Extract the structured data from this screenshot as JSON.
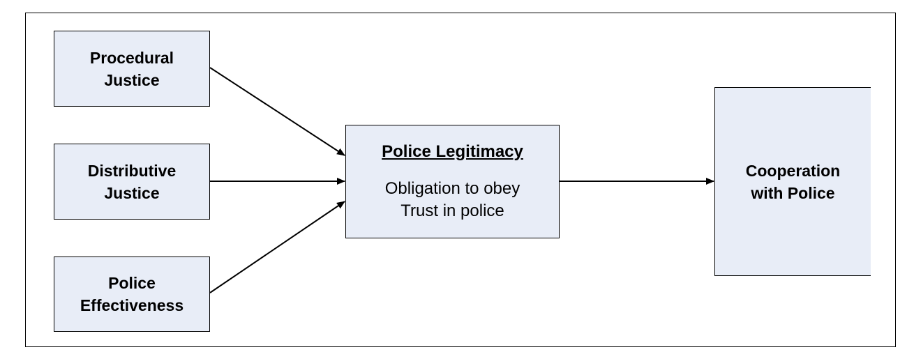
{
  "diagram": {
    "colors": {
      "box_fill": "#e8edf7",
      "line": "#000000",
      "text": "#000000"
    },
    "nodes": {
      "procedural_justice": {
        "label": "Procedural\nJustice"
      },
      "distributive_justice": {
        "label": "Distributive\nJustice"
      },
      "police_effectiveness": {
        "label": "Police\nEffectiveness"
      },
      "police_legitimacy": {
        "title": "Police Legitimacy",
        "lines": [
          "Obligation to obey",
          "Trust in police"
        ]
      },
      "cooperation": {
        "label": "Cooperation\nwith Police"
      }
    },
    "edges": [
      {
        "from": "procedural_justice",
        "to": "police_legitimacy"
      },
      {
        "from": "distributive_justice",
        "to": "police_legitimacy"
      },
      {
        "from": "police_effectiveness",
        "to": "police_legitimacy"
      },
      {
        "from": "police_legitimacy",
        "to": "cooperation"
      }
    ]
  }
}
